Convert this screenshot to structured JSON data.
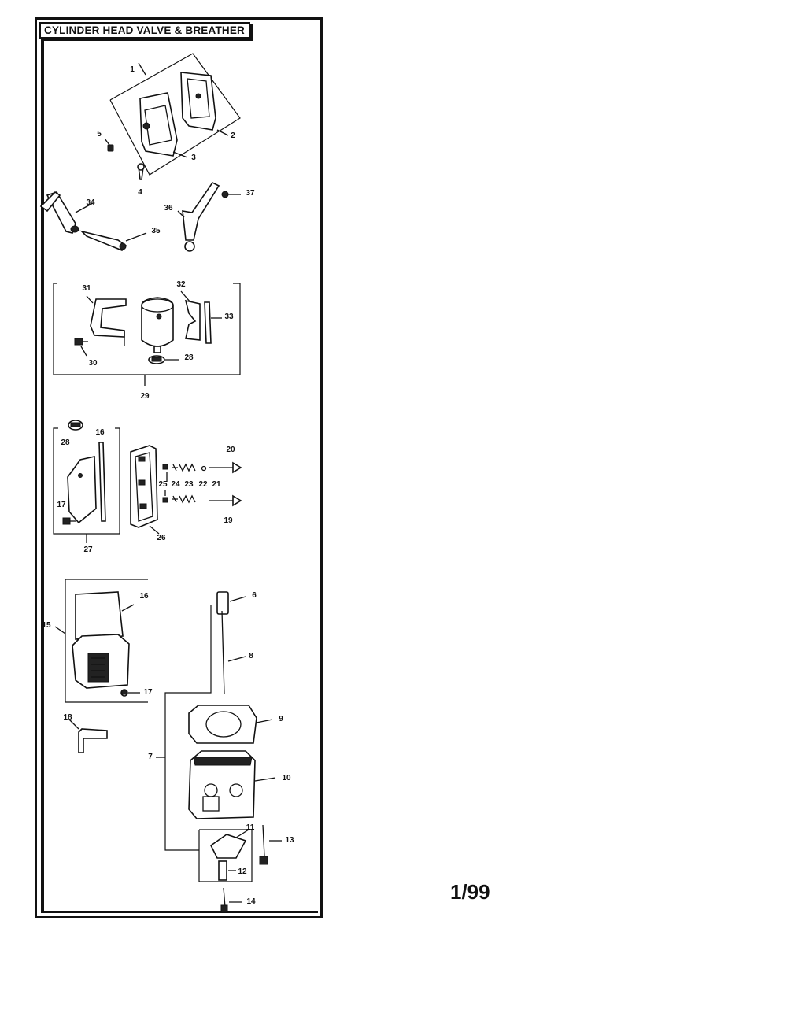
{
  "title": "CYLINDER HEAD VALVE & BREATHER",
  "page_number": "1/99",
  "labels": {
    "l1": "1",
    "l2": "2",
    "l3": "3",
    "l4": "4",
    "l5": "5",
    "l34": "34",
    "l35": "35",
    "l36": "36",
    "l37": "37",
    "l31": "31",
    "l32": "32",
    "l33": "33",
    "l30": "30",
    "l28a": "28",
    "l29": "29",
    "l28b": "28",
    "l16a": "16",
    "l17a": "17",
    "l27": "27",
    "l26": "26",
    "l20": "20",
    "l25": "25",
    "l24": "24",
    "l23": "23",
    "l22": "22",
    "l21": "21",
    "l19": "19",
    "l16b": "16",
    "l15": "15",
    "l17b": "17",
    "l18": "18",
    "l6": "6",
    "l8": "8",
    "l9": "9",
    "l7": "7",
    "l10": "10",
    "l11": "11",
    "l13": "13",
    "l12": "12",
    "l14": "14"
  }
}
